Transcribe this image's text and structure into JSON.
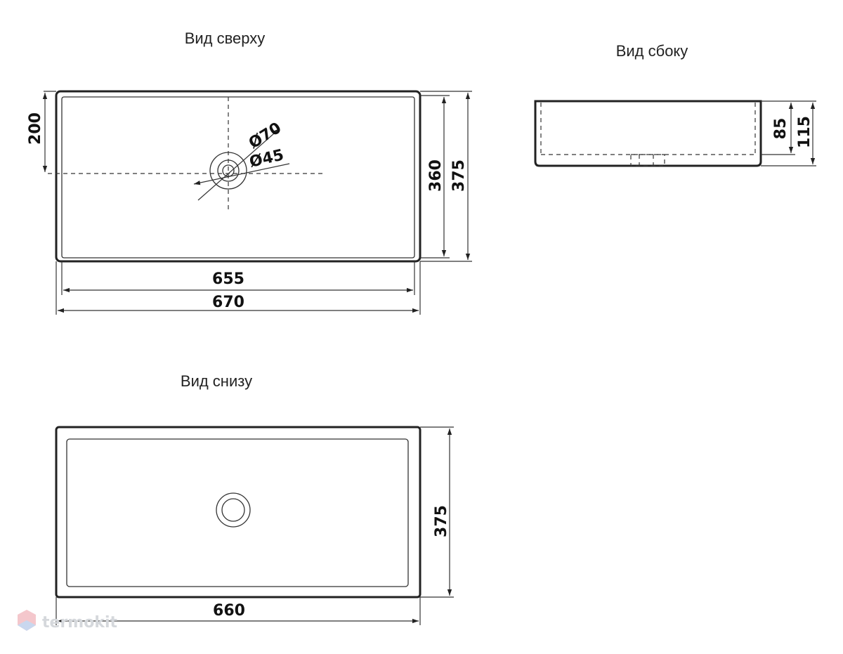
{
  "views": {
    "top": {
      "title": "Вид сверху"
    },
    "side": {
      "title": "Вид сбоку"
    },
    "bottom": {
      "title": "Вид снизу"
    }
  },
  "dimensions": {
    "top_inner_width": "655",
    "top_outer_width": "670",
    "top_drain_offset": "200",
    "top_inner_depth": "360",
    "top_outer_depth": "375",
    "drain_outer_diameter": "Ø70",
    "drain_inner_diameter": "Ø45",
    "side_inner_height": "85",
    "side_outer_height": "115",
    "bottom_depth": "375",
    "bottom_width": "660"
  },
  "watermark": {
    "text": "termokit"
  },
  "colors": {
    "line": "#333333",
    "outline": "#222222",
    "watermark": "#d5d8dc"
  }
}
